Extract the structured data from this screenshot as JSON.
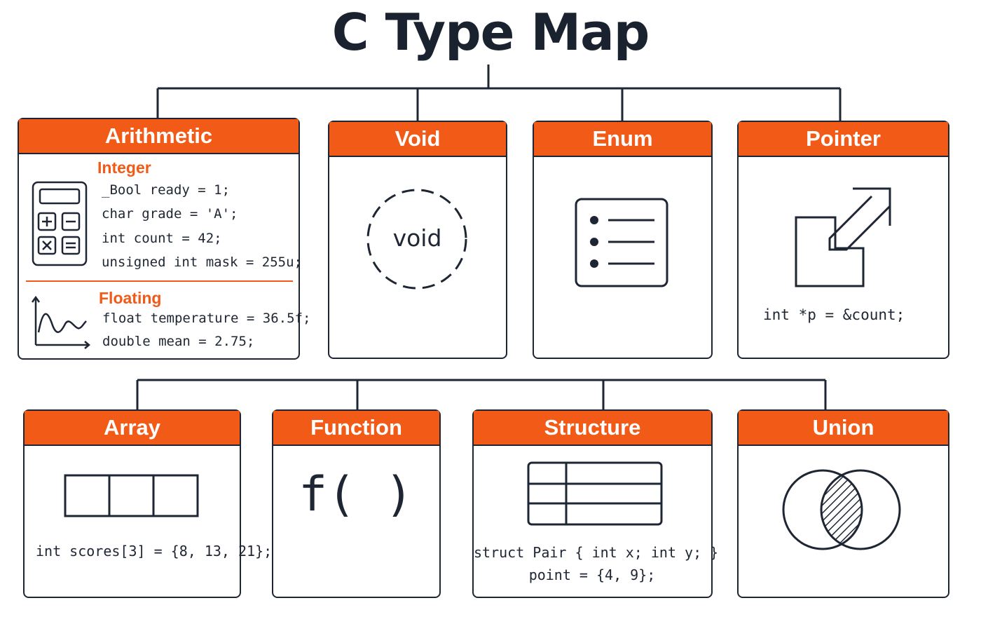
{
  "title": "C Type Map",
  "colors": {
    "accent": "#f15a17",
    "ink": "#1e2633"
  },
  "cards": {
    "arithmetic": {
      "label": "Arithmetic",
      "integer": {
        "label": "Integer",
        "icon": "calculator-icon",
        "lines": [
          "_Bool ready = 1;",
          "char grade = 'A';",
          "int count = 42;",
          "unsigned int mask = 255u;"
        ]
      },
      "floating": {
        "label": "Floating",
        "icon": "wave-graph-icon",
        "lines": [
          "float temperature = 36.5f;",
          "double mean = 2.75;"
        ]
      }
    },
    "void": {
      "label": "Void",
      "icon": "dashed-circle-icon",
      "icon_text": "void"
    },
    "enum": {
      "label": "Enum",
      "icon": "list-icon"
    },
    "pointer": {
      "label": "Pointer",
      "icon": "arrow-out-icon",
      "code": "int *p = &count;"
    },
    "array": {
      "label": "Array",
      "icon": "array-cells-icon",
      "code": "int scores[3] = {8, 13, 21};"
    },
    "function": {
      "label": "Function",
      "icon": "function-icon",
      "icon_text": "f( )"
    },
    "structure": {
      "label": "Structure",
      "icon": "table-icon",
      "code_line1": "struct Pair { int x; int y; }",
      "code_line2": "point = {4, 9};"
    },
    "union": {
      "label": "Union",
      "icon": "venn-icon"
    }
  }
}
